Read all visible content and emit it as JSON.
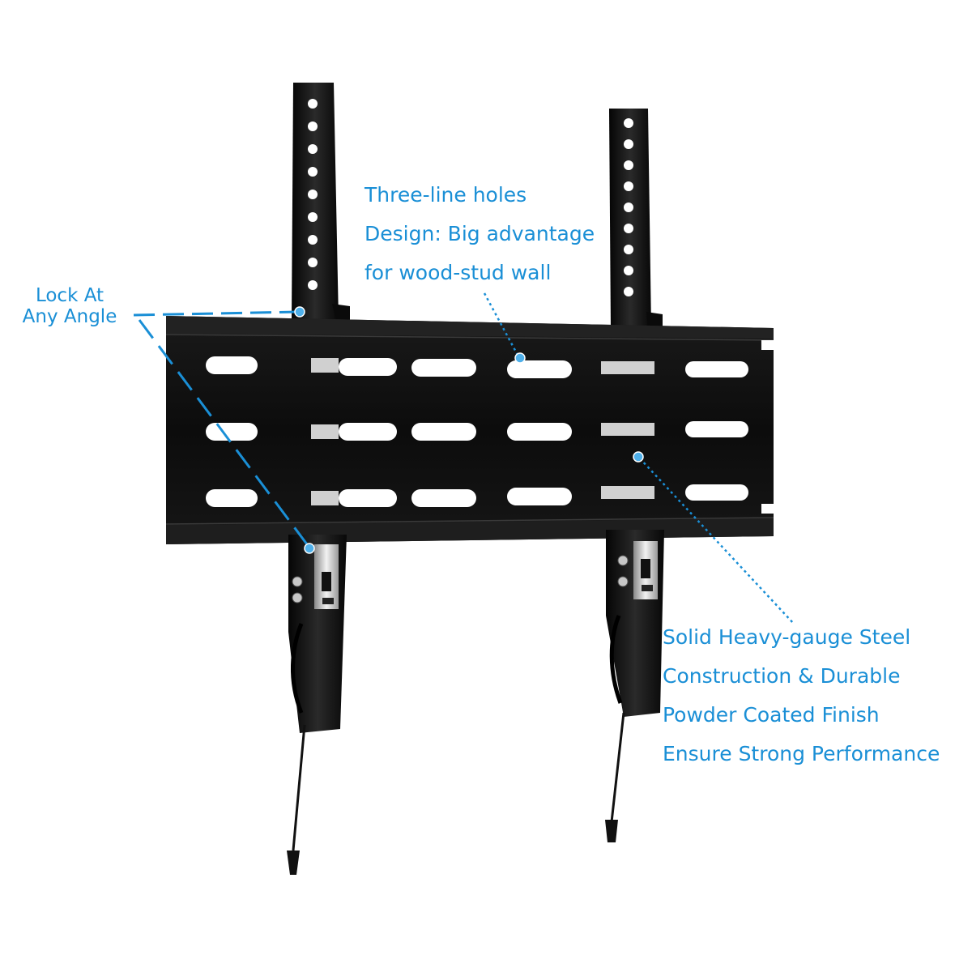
{
  "callouts": {
    "holes": {
      "lines": [
        "Three-line holes",
        "Design: Big advantage",
        "for wood-stud wall"
      ]
    },
    "lock": {
      "lines": [
        "Lock At",
        "Any Angle"
      ]
    },
    "steel": {
      "lines": [
        "Solid Heavy-gauge Steel",
        "Construction & Durable",
        "Powder Coated Finish",
        "Ensure Strong Performance"
      ]
    }
  },
  "colors": {
    "accent": "#1a8fd6",
    "steel": "#111111",
    "background": "#ffffff"
  },
  "icons": [
    "tv-wall-mount-bracket"
  ]
}
